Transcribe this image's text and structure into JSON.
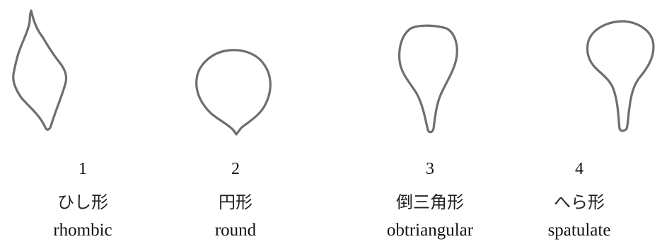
{
  "shapes": [
    {
      "number": "1",
      "japanese": "ひし形",
      "english": "rhombic",
      "shape_icon": "rhombic-leaf-icon"
    },
    {
      "number": "2",
      "japanese": "円形",
      "english": "round",
      "shape_icon": "round-leaf-icon"
    },
    {
      "number": "3",
      "japanese": "倒三角形",
      "english": "obtriangular",
      "shape_icon": "obtriangular-leaf-icon"
    },
    {
      "number": "4",
      "japanese": "へら形",
      "english": "spatulate",
      "shape_icon": "spatulate-leaf-icon"
    }
  ],
  "outline_color": "#6e6e6e"
}
